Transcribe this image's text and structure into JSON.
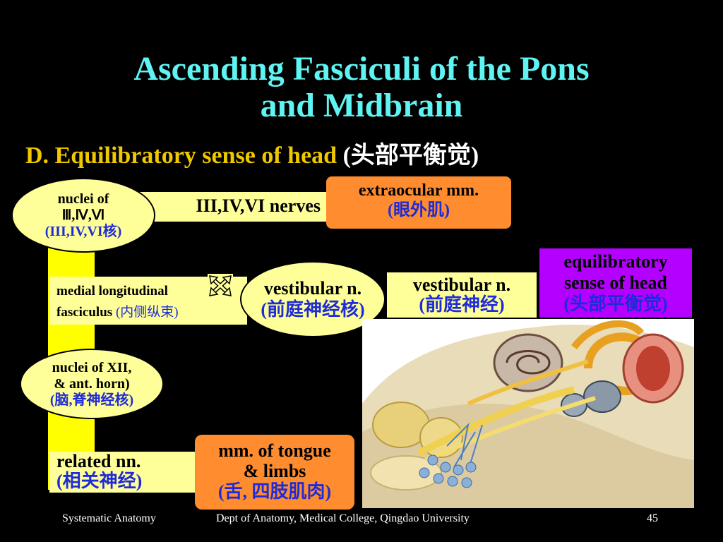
{
  "title_line1": "Ascending Fasciculi of the Pons",
  "title_line2": "and Midbrain",
  "subtitle": {
    "letter": "D.",
    "text": "Equilibratory sense of head",
    "chinese": "(头部平衡觉)"
  },
  "nuclei_top": {
    "line1": "nuclei of",
    "line2": "Ⅲ,Ⅳ,Ⅵ",
    "line3": "(III,IV,VI核)"
  },
  "nerves_label": "III,IV,VI nerves",
  "extraocular": {
    "line1": "extraocular mm.",
    "line2": "(眼外肌)"
  },
  "equilibratory": {
    "line1": "equilibratory",
    "line2": "sense of head",
    "line3": "(头部平衡觉)"
  },
  "mlf": {
    "line1": "medial longitudinal",
    "line2": "fasciculus",
    "line2_cn": "(内侧纵束)"
  },
  "vestibular_nucleus": {
    "line1": "vestibular n.",
    "line2": "(前庭神经核)"
  },
  "vestibular_nerve": {
    "line1": "vestibular n.",
    "line2": "(前庭神经)"
  },
  "nuclei_xii": {
    "line1": "nuclei of XII,",
    "line2": "& ant. horn)",
    "line3": "(脑,脊神经核)"
  },
  "related": {
    "line1": "related nn.",
    "line2": "(相关神经)"
  },
  "tongue": {
    "line1": "mm. of tongue",
    "line2": "& limbs",
    "line3": "(舌, 四肢肌肉)"
  },
  "footer": {
    "left": "Systematic Anatomy",
    "center": "Dept of Anatomy, Medical College, Qingdao University",
    "page": "45"
  },
  "colors": {
    "title": "#5ff4f2",
    "subtitle": "#f0c800",
    "orange": "#ff8c2e",
    "purple": "#b400ff",
    "yellow": "#ffff9a",
    "bar": "#ffff00"
  }
}
